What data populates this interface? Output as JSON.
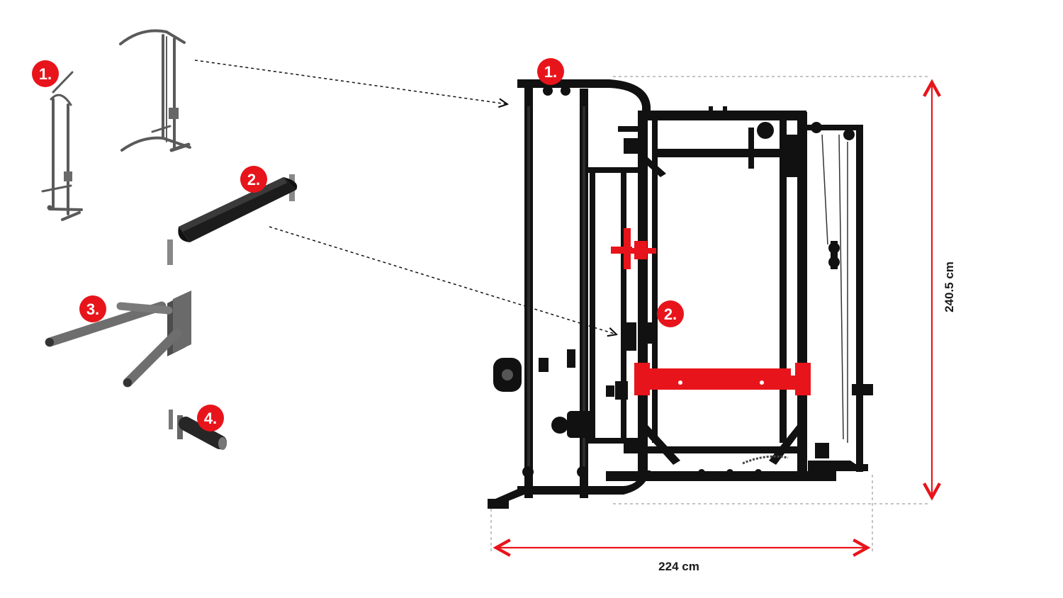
{
  "badges": {
    "lat_tower": "1.",
    "roller_pad": "2.",
    "dip_bars": "3.",
    "landmine": "4.",
    "rack_lat_tower": "1.",
    "rack_roller_pad": "2."
  },
  "dimensions": {
    "width": "224 cm",
    "height": "240.5 cm"
  },
  "colors": {
    "badge": "#e8141b",
    "accent_red": "#e8141b",
    "frame": "#111111",
    "attachment_grey": "#6e6e6e",
    "dimension_line": "#e8141b"
  }
}
